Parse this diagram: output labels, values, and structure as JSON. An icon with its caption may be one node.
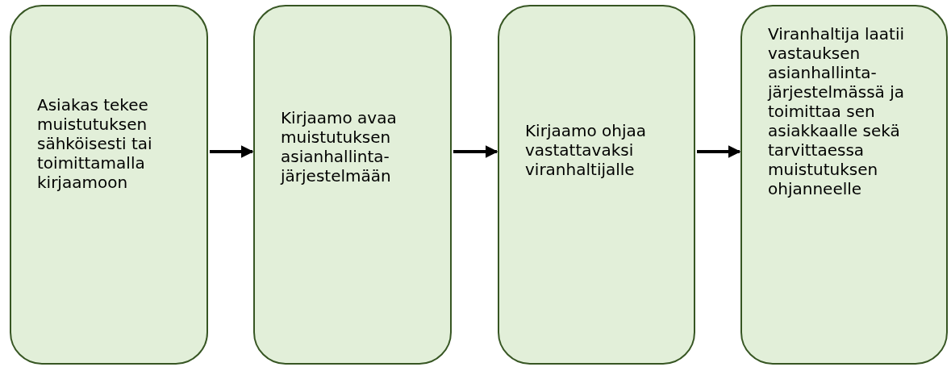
{
  "diagram": {
    "nodes": [
      {
        "text": [
          "Asiakas tekee muistutuksen sähköisesti tai toimittamalla kirjaamoon"
        ]
      },
      {
        "text": [
          "Kirjaamo avaa muistutuksen asianhallinta-järjestelmään"
        ]
      },
      {
        "text": [
          "Kirjaamo ohjaa vastattavaksi viranhaltijalle"
        ]
      },
      {
        "text": [
          "Viranhaltija laatii vastauksen asianhallinta-järjestelmässä ja toimittaa sen asiakkaalle sekä tarvittaessa muistutuksen ohjanneelle"
        ]
      }
    ],
    "edges": [
      {
        "from": 0,
        "to": 1,
        "arrow": "to"
      },
      {
        "from": 1,
        "to": 2,
        "arrow": "to"
      },
      {
        "from": 2,
        "to": 3,
        "arrow": "to"
      }
    ]
  }
}
